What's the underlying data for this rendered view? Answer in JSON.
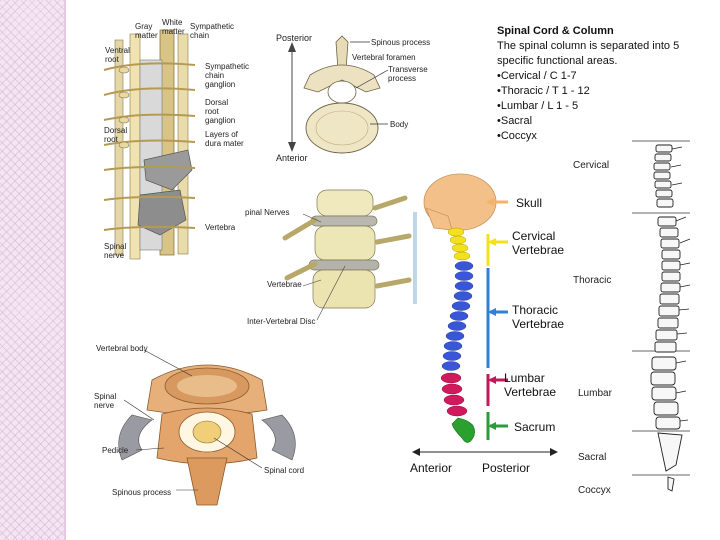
{
  "text_panel": {
    "title": "Spinal Cord & Column",
    "intro": "The spinal column is separated into 5 specific functional areas.",
    "areas": [
      "•Cervical / C 1-7",
      "•Thoracic / T 1 - 12",
      "•Lumbar / L 1 - 5",
      "•Sacral",
      "•Coccyx"
    ]
  },
  "cord_diagram": {
    "labels": [
      "Gray matter",
      "White matter",
      "Sympathetic chain",
      "Ventral root",
      "Sympathetic chain ganglion",
      "Dorsal root ganglion",
      "Dorsal root",
      "Layers of dura mater",
      "Vertebra",
      "Spinal nerve"
    ]
  },
  "vertebra_top": {
    "labels": [
      "Posterior",
      "Spinous process",
      "Vertebral foramen",
      "Transverse process",
      "Body",
      "Anterior"
    ]
  },
  "vertebrae_3d": {
    "labels": [
      "pinal Nerves",
      "Vertebrae",
      "Inter-Vertebral Disc"
    ]
  },
  "colored_spine": {
    "labels": [
      "Skull",
      "Cervical Vertebrae",
      "Thoracic Vertebrae",
      "Lumbar Vertebrae",
      "Sacrum",
      "Anterior",
      "Posterior"
    ],
    "colors": {
      "skull": "#f4c089",
      "cervical": "#f2e11b",
      "thoracic": "#3a56d8",
      "lumbar": "#d11a5e",
      "sacrum": "#2aa12f",
      "arrow_skull": "#f4b26a",
      "arrow_cervical": "#f2e11b",
      "arrow_thoracic": "#2f7fd6",
      "arrow_lumbar": "#c2185b",
      "arrow_sacrum": "#2e9b3a"
    }
  },
  "cross_section": {
    "labels": [
      "Vertebral body",
      "Spinal nerve",
      "Pedicle",
      "Spinal cord",
      "Spinous process"
    ]
  },
  "side_spine": {
    "labels": [
      "Cervical",
      "Thoracic",
      "Lumbar",
      "Sacral",
      "Coccyx"
    ]
  }
}
